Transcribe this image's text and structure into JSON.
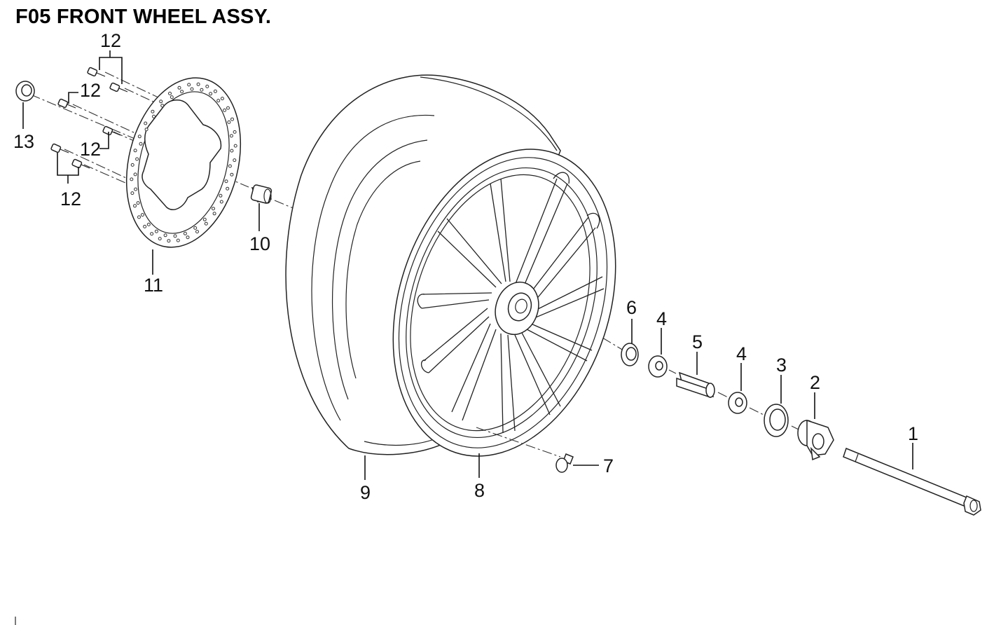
{
  "title": "F05 FRONT WHEEL ASSY.",
  "callouts": {
    "p1": "1",
    "p2": "2",
    "p3": "3",
    "p4a": "4",
    "p4b": "4",
    "p5": "5",
    "p6": "6",
    "p7": "7",
    "p8": "8",
    "p9": "9",
    "p10": "10",
    "p11": "11",
    "p12a": "12",
    "p12b": "12",
    "p12c": "12",
    "p12d": "12",
    "p13": "13"
  },
  "parts": {
    "axle": "axle-bolt",
    "speedo_gear": "speedometer-gear",
    "oil_seal": "oil-seal",
    "bearing_right": "bearing",
    "spacer": "collar",
    "bearing_left": "bearing",
    "dust_seal": "dust-seal",
    "valve": "air-valve",
    "rim": "rim",
    "tire": "tire",
    "collar": "collar",
    "disc": "brake-disc",
    "bolts": "bolt",
    "nut": "nut"
  }
}
